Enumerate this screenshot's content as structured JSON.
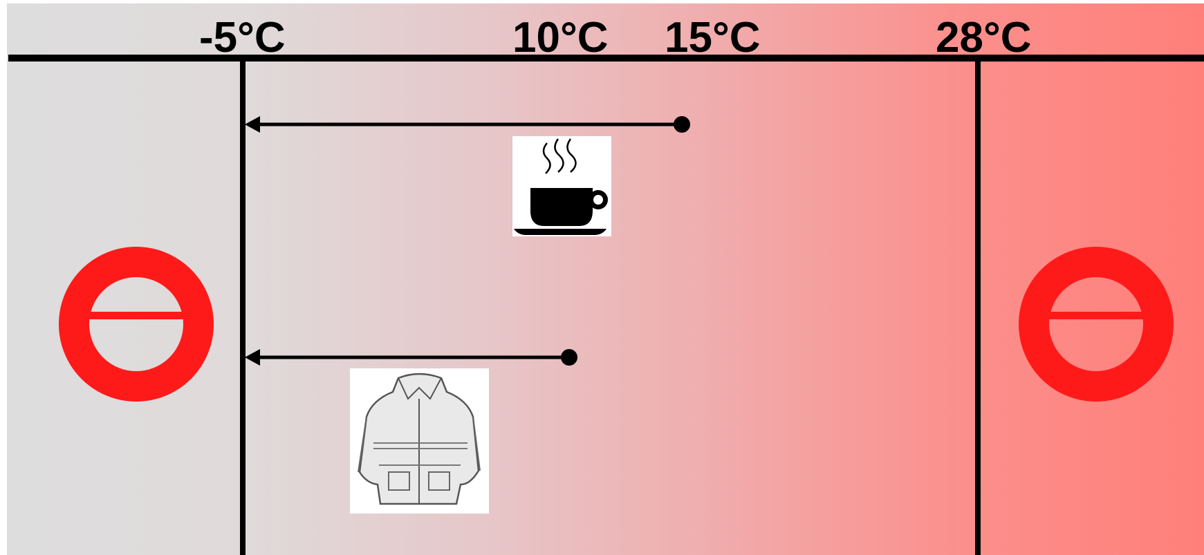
{
  "diagram": {
    "temperature_labels": [
      "-5°C",
      "10°C",
      "15°C",
      "28°C"
    ],
    "items": [
      {
        "icon": "coffee-cup",
        "range_from": "15°C",
        "range_to": "-5°C"
      },
      {
        "icon": "jacket",
        "range_from": "10°C",
        "range_to": "-5°C"
      }
    ],
    "prohibited_icon": "no-entry",
    "colors": {
      "cold": "#dddddd",
      "warm": "#ff7f7a",
      "prohibited": "#ff1a1a",
      "lines": "#000000"
    }
  }
}
